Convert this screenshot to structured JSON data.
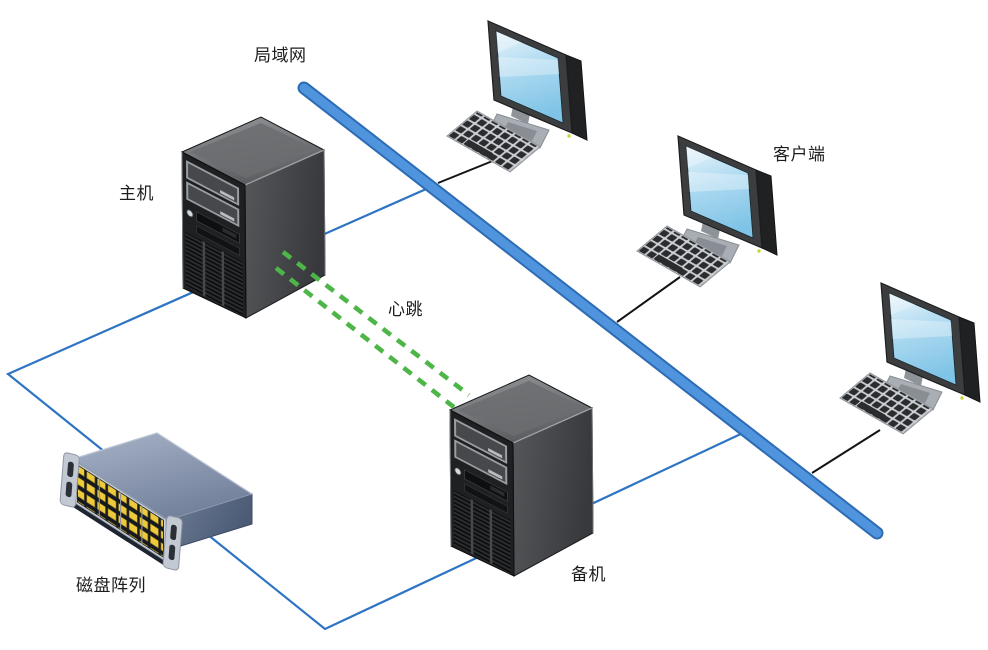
{
  "diagram": {
    "type": "network-topology",
    "labels": {
      "lan": "局域网",
      "host": "主机",
      "heartbeat": "心跳",
      "client": "客户端",
      "backup": "备机",
      "disk_array": "磁盘阵列"
    },
    "nodes": [
      {
        "id": "host-server",
        "label": "主机",
        "kind": "tower-server"
      },
      {
        "id": "backup-server",
        "label": "备机",
        "kind": "tower-server"
      },
      {
        "id": "disk-array",
        "label": "磁盘阵列",
        "kind": "storage-array"
      },
      {
        "id": "client-1",
        "label": "客户端",
        "kind": "desktop-pc"
      },
      {
        "id": "client-2",
        "label": "客户端",
        "kind": "desktop-pc"
      },
      {
        "id": "client-3",
        "label": "客户端",
        "kind": "desktop-pc"
      }
    ],
    "links": [
      {
        "id": "lan-trunk",
        "label": "局域网",
        "style": "thick-blue-pipe"
      },
      {
        "id": "heartbeat-link",
        "label": "心跳",
        "style": "green-dashed",
        "from": "host-server",
        "to": "backup-server"
      },
      {
        "id": "storage-line",
        "style": "thin-blue",
        "connects": [
          "lan-trunk",
          "host-server",
          "disk-array",
          "backup-server",
          "lan-trunk"
        ]
      },
      {
        "id": "client-cables",
        "style": "black-cable",
        "count": 3
      }
    ],
    "colors": {
      "lan_trunk": "#4f94dc",
      "lan_trunk_edge": "#2d6cb4",
      "thin_line": "#2e74c4",
      "heartbeat_green": "#4eb648",
      "cable_black": "#141414",
      "text": "#1c1c1c",
      "disk_yellow": "#edc93c",
      "screen_blue": "#aad8f0"
    }
  }
}
